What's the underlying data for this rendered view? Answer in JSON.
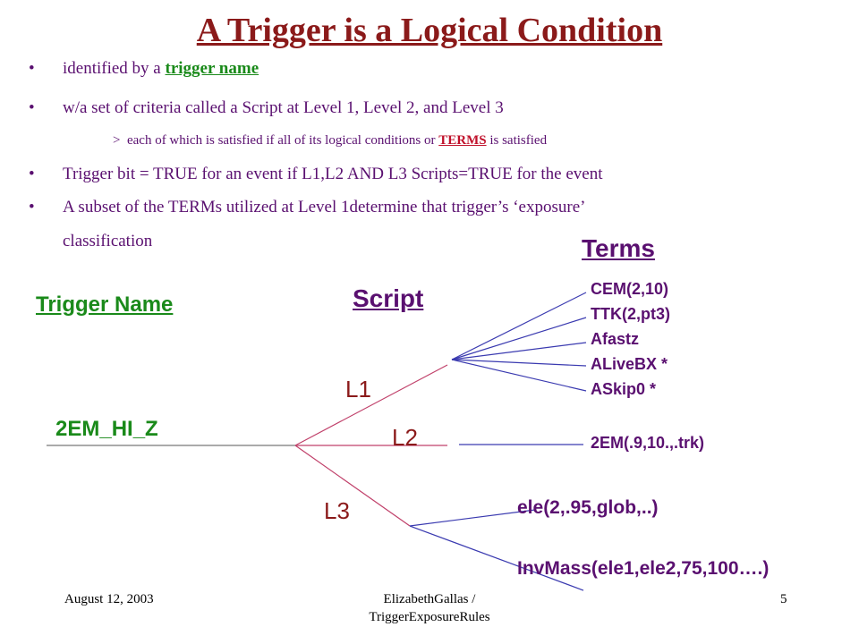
{
  "title": "A Trigger is a Logical Condition",
  "bullets": [
    {
      "pre": "identified by a ",
      "kw": "trigger name"
    },
    {
      "text": "w/a set of criteria called a Script at Level 1, Level 2, and Level 3"
    },
    {
      "sub_pre": "each of which is satisfied if all of its logical conditions or ",
      "sub_kw": "TERMS",
      "sub_post": " is satisfied",
      "marker": ">"
    },
    {
      "text": "Trigger bit = TRUE for an event if L1,L2 AND L3 Scripts=TRUE for the event"
    },
    {
      "line1": "A subset of the TERMs utilized at Level 1determine  that trigger’s ‘exposure’",
      "line2": "classification"
    }
  ],
  "bullet_glyph": "•",
  "diagram": {
    "trigger_name_heading": "Trigger Name",
    "script_heading": "Script",
    "terms_heading": "Terms",
    "trigger_name": "2EM_HI_Z",
    "levels": [
      "L1",
      "L2",
      "L3"
    ],
    "l1_terms": [
      "CEM(2,10)",
      "TTK(2,pt3)",
      "Afastz",
      "ALiveBX *",
      "ASkip0 *"
    ],
    "l2_terms": [
      "2EM(.9,10.,.trk)"
    ],
    "l3_terms": [
      "ele(2,.95,glob,..)",
      "InvMass(ele1,ele2,75,100….)"
    ]
  },
  "footer": {
    "date": "August 12, 2003",
    "author_line1": "ElizabethGallas /",
    "author_line2": "TriggerExposureRules",
    "page": "5"
  },
  "colors": {
    "title": "#8b1a1a",
    "text": "#5a1070",
    "green": "#1a8a1a",
    "red": "#c0102a",
    "pink_line": "#c0406a",
    "blue_line": "#3a3ab0"
  }
}
